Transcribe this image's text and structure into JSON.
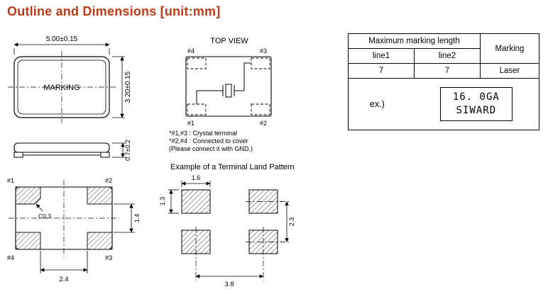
{
  "colors": {
    "title": "#c03a18"
  },
  "title": "Outline and Dimensions [unit:mm]",
  "front_view": {
    "marking": "MARKING",
    "dim_width": "5.00±0.15",
    "dim_height": "3.20±0.15"
  },
  "side_view": {
    "dim_height": "0.7±0.2"
  },
  "top_view": {
    "label": "TOP VIEW",
    "pad_tl": "#4",
    "pad_tr": "#3",
    "pad_bl": "#1",
    "pad_br": "#2",
    "note1": "*#1,#3 : Crystal terminal",
    "note2": "*#2,#4 : Connected to cover",
    "note3": "(Please connect it with GND.)"
  },
  "bottom_view": {
    "pad_tl": "#1",
    "pad_tr": "#2",
    "pad_bl": "#4",
    "pad_br": "#3",
    "chamfer": "C0.3",
    "dim_gap_v": "1.4",
    "dim_gap_h": "2.4"
  },
  "land_pattern": {
    "title": "Example of a Terminal Land Pattern",
    "dim_pad_w": "1.6",
    "dim_pad_h": "1.3",
    "dim_pitch_v": "2.3",
    "dim_pitch_h": "3.8"
  },
  "marking_table": {
    "header": "Maximum marking length",
    "line1_label": "line1",
    "line2_label": "line2",
    "marking_label": "Marking",
    "line1_value": "7",
    "line2_value": "7",
    "marking_value": "Laser",
    "example_label": "ex.)",
    "example_line1": "16. 0GA",
    "example_line2": "SIWARD"
  }
}
